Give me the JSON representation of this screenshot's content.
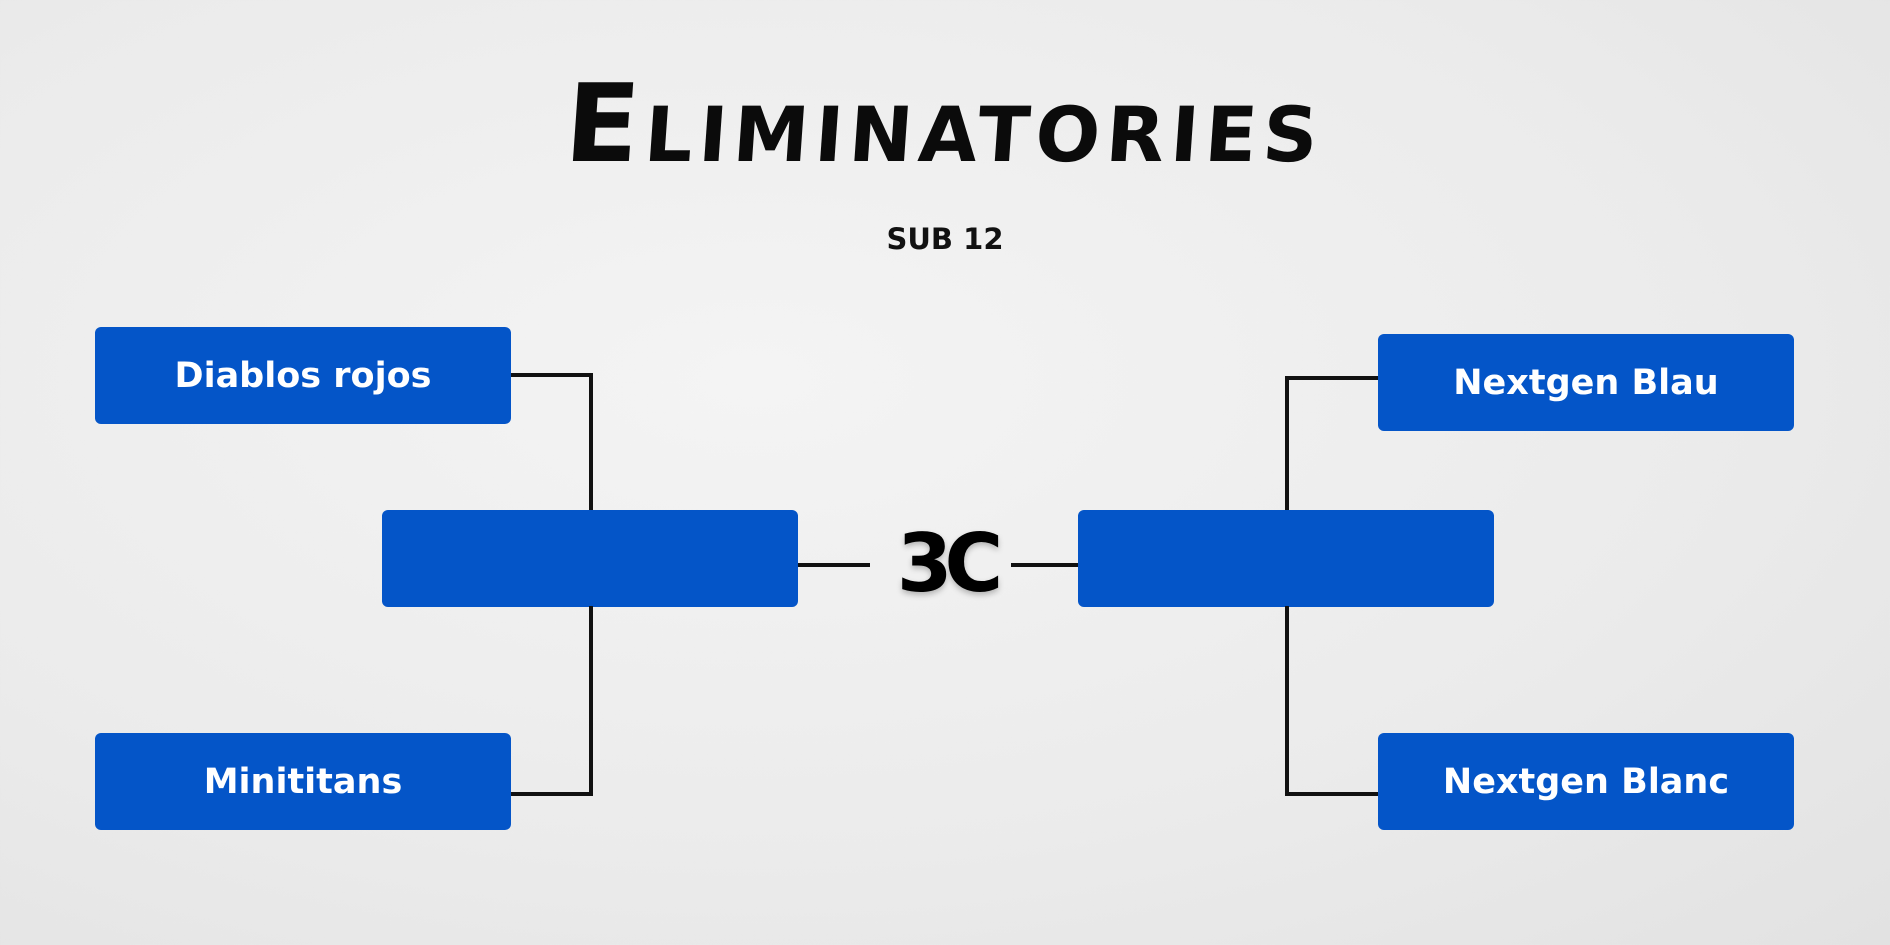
{
  "title": "Eliminatories",
  "subtitle": "SUB 12",
  "logo_text": "3C",
  "brand_color": "#0455c8",
  "bracket": {
    "left": {
      "team1": "Diablos rojos",
      "team2": "Minititans",
      "semifinal": ""
    },
    "right": {
      "team1": "Nextgen Blau",
      "team2": "Nextgen Blanc",
      "semifinal": ""
    }
  }
}
